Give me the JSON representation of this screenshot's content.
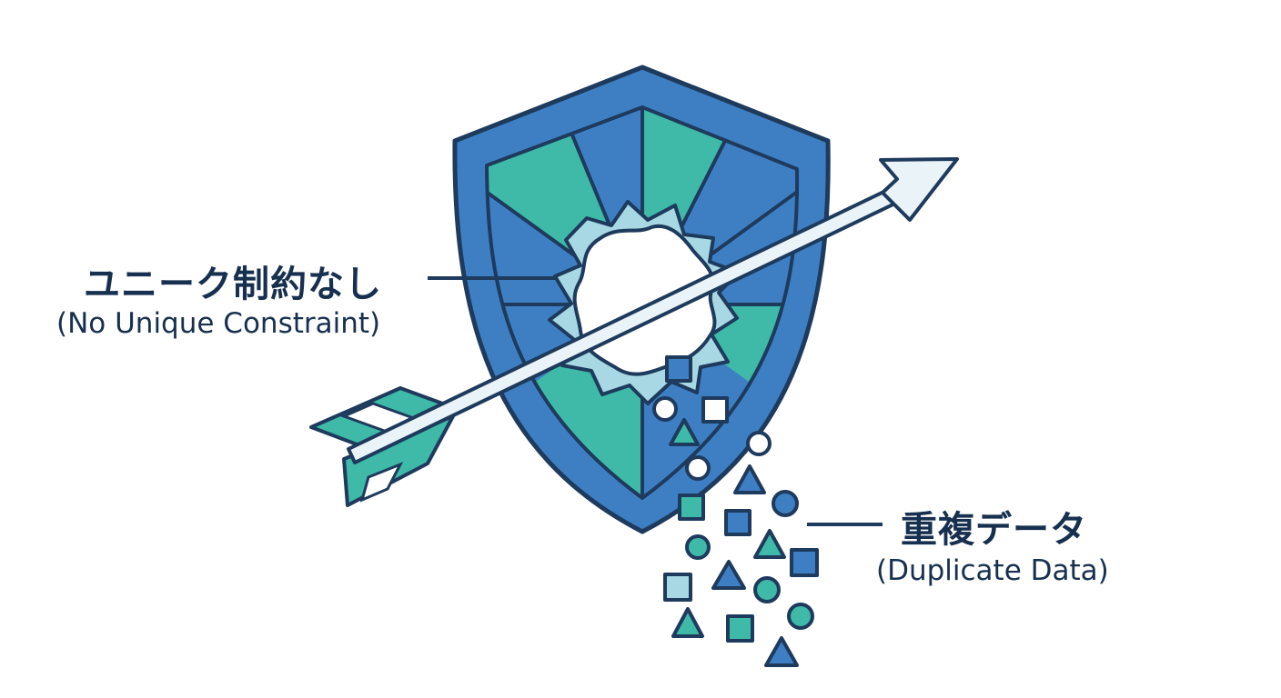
{
  "labels": {
    "constraint_jp": "ユニーク制約なし",
    "constraint_en": "(No Unique Constraint)",
    "duplicate_jp": "重複データ",
    "duplicate_en": "(Duplicate Data)"
  },
  "icons": {
    "shield": "shield-icon",
    "arrow": "arrow-icon",
    "hole": "hole-icon",
    "data_items": "data-items"
  },
  "colors": {
    "outline": "#1e3a5c",
    "shield_blue": "#3e7fc4",
    "shield_teal": "#3fb9a8",
    "arrow_shaft": "#eaf3f8",
    "text": "#17304f",
    "light_fill": "#a8d8e3",
    "white": "#ffffff"
  }
}
